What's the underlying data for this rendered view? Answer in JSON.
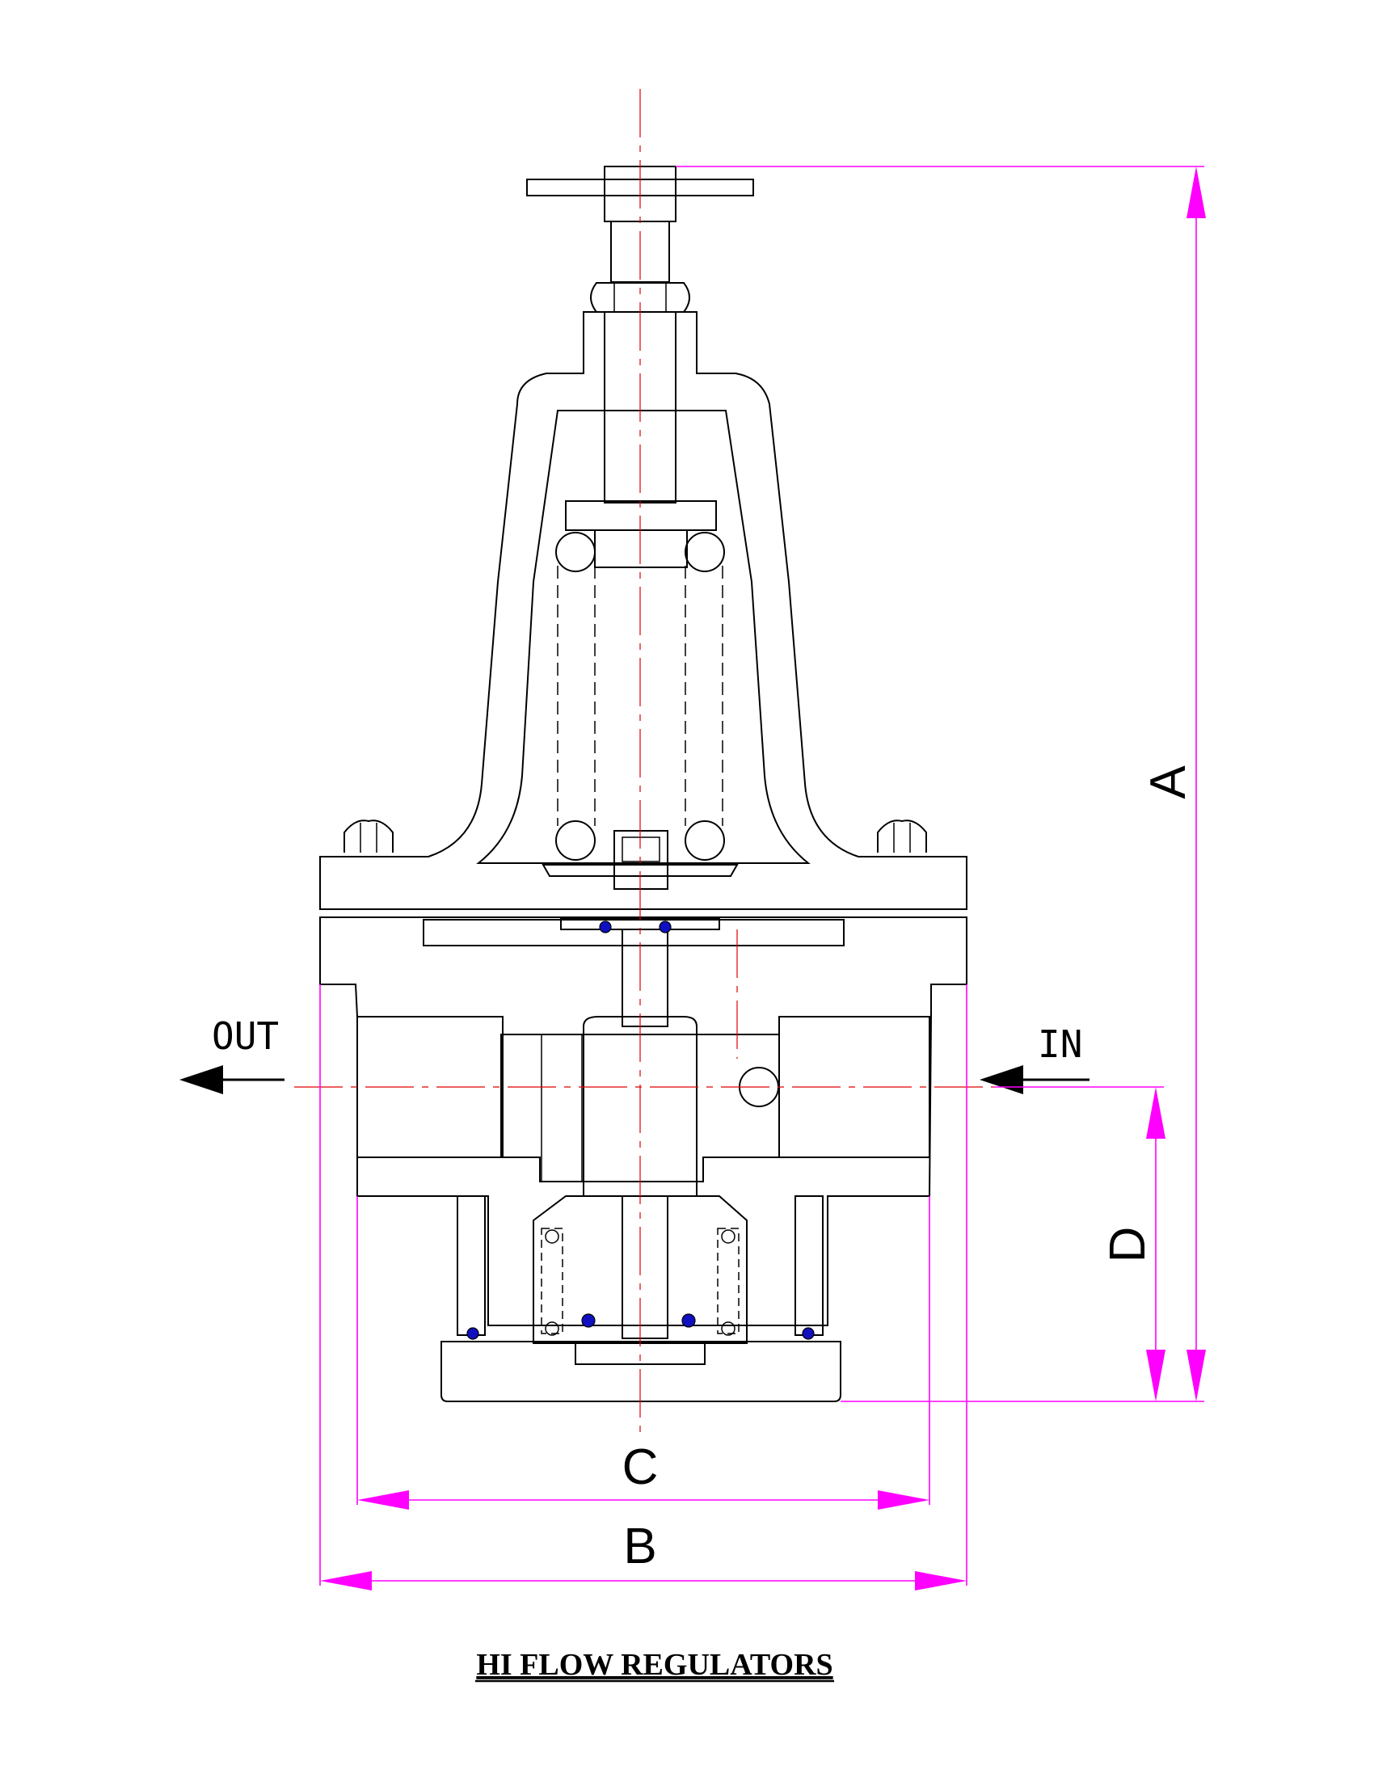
{
  "title": "HI FLOW REGULATORS",
  "ports": {
    "outlet": "OUT",
    "inlet": "IN"
  },
  "dimensions": {
    "a": "A",
    "b": "B",
    "c": "C",
    "d": "D"
  },
  "colors": {
    "outline": "#000000",
    "hatch": "#2020d0",
    "centerline": "#e00000",
    "dimension": "#ff00ff",
    "o_ring": "#1010c0"
  }
}
